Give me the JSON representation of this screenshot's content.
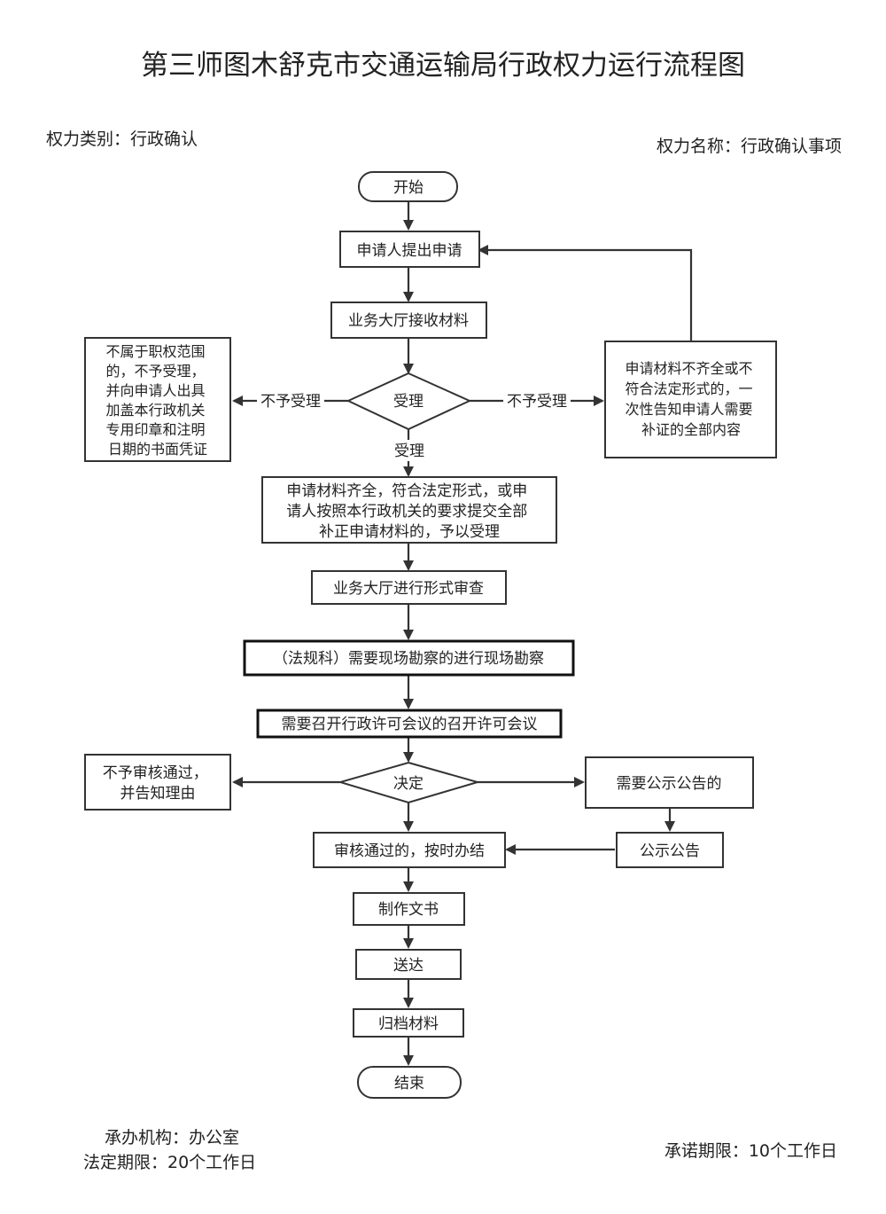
{
  "header": {
    "title": "第三师图木舒克市交通运输局行政权力运行流程图",
    "power_category": "权力类别：行政确认",
    "power_name": "权力名称：行政确认事项"
  },
  "footer": {
    "agency": "承办机构：办公室",
    "legal_limit": "法定期限：20个工作日",
    "promised_limit": "承诺期限：10个工作日"
  },
  "flow": {
    "start": "开始",
    "apply": "申请人提出申请",
    "receive": "业务大厅接收材料",
    "accept_decision": "受理",
    "reject_left": [
      "不属于职权范围",
      "的，不予受理，",
      "并向申请人出具",
      "加盖本行政机关",
      "专用印章和注明",
      "日期的书面凭证"
    ],
    "reject_right": [
      "申请材料不齐全或不",
      "符合法定形式的，一",
      "次性告知申请人需要",
      "补证的全部内容"
    ],
    "label_reject_left": "不予受理",
    "label_reject_right": "不予受理",
    "label_accept": "受理",
    "accepted": [
      "申请材料齐全，符合法定形式，或申",
      "请人按照本行政机关的要求提交全部",
      "补正申请材料的，予以受理"
    ],
    "formal_review": "业务大厅进行形式审查",
    "site_inspection": "（法规科）需要现场勘察的进行现场勘察",
    "meeting": "需要召开行政许可会议的召开许可会议",
    "decision": "决定",
    "not_approved": [
      "不予审核通过，",
      "并告知理由"
    ],
    "need_publicity": "需要公示公告的",
    "publicity": "公示公告",
    "approved": "审核通过的，按时办结",
    "make_document": "制作文书",
    "deliver": "送达",
    "archive": "归档材料",
    "end": "结束"
  }
}
